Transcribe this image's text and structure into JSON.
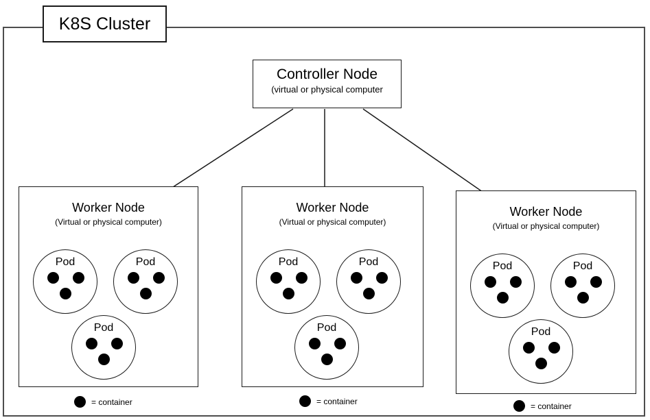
{
  "diagram": {
    "cluster_label": "K8S Cluster",
    "controller": {
      "title": "Controller Node",
      "subtitle": "(virtual or physical computer"
    },
    "workers": [
      {
        "title": "Worker Node",
        "subtitle": "(Virtual or physical computer)",
        "legend": "= container",
        "pods": [
          {
            "label": "Pod",
            "containers": 3
          },
          {
            "label": "Pod",
            "containers": 3
          },
          {
            "label": "Pod",
            "containers": 3
          }
        ]
      },
      {
        "title": "Worker Node",
        "subtitle": "(Virtual or physical computer)",
        "legend": "= container",
        "pods": [
          {
            "label": "Pod",
            "containers": 3
          },
          {
            "label": "Pod",
            "containers": 3
          },
          {
            "label": "Pod",
            "containers": 3
          }
        ]
      },
      {
        "title": "Worker Node",
        "subtitle": "(Virtual or physical computer)",
        "legend": "= container",
        "pods": [
          {
            "label": "Pod",
            "containers": 3
          },
          {
            "label": "Pod",
            "containers": 3
          },
          {
            "label": "Pod",
            "containers": 3
          }
        ]
      }
    ],
    "colors": {
      "background": "#ffffff",
      "outer_border": "#4d4d4d",
      "box_border": "#1a1a1a",
      "container_dot": "#000000"
    }
  }
}
